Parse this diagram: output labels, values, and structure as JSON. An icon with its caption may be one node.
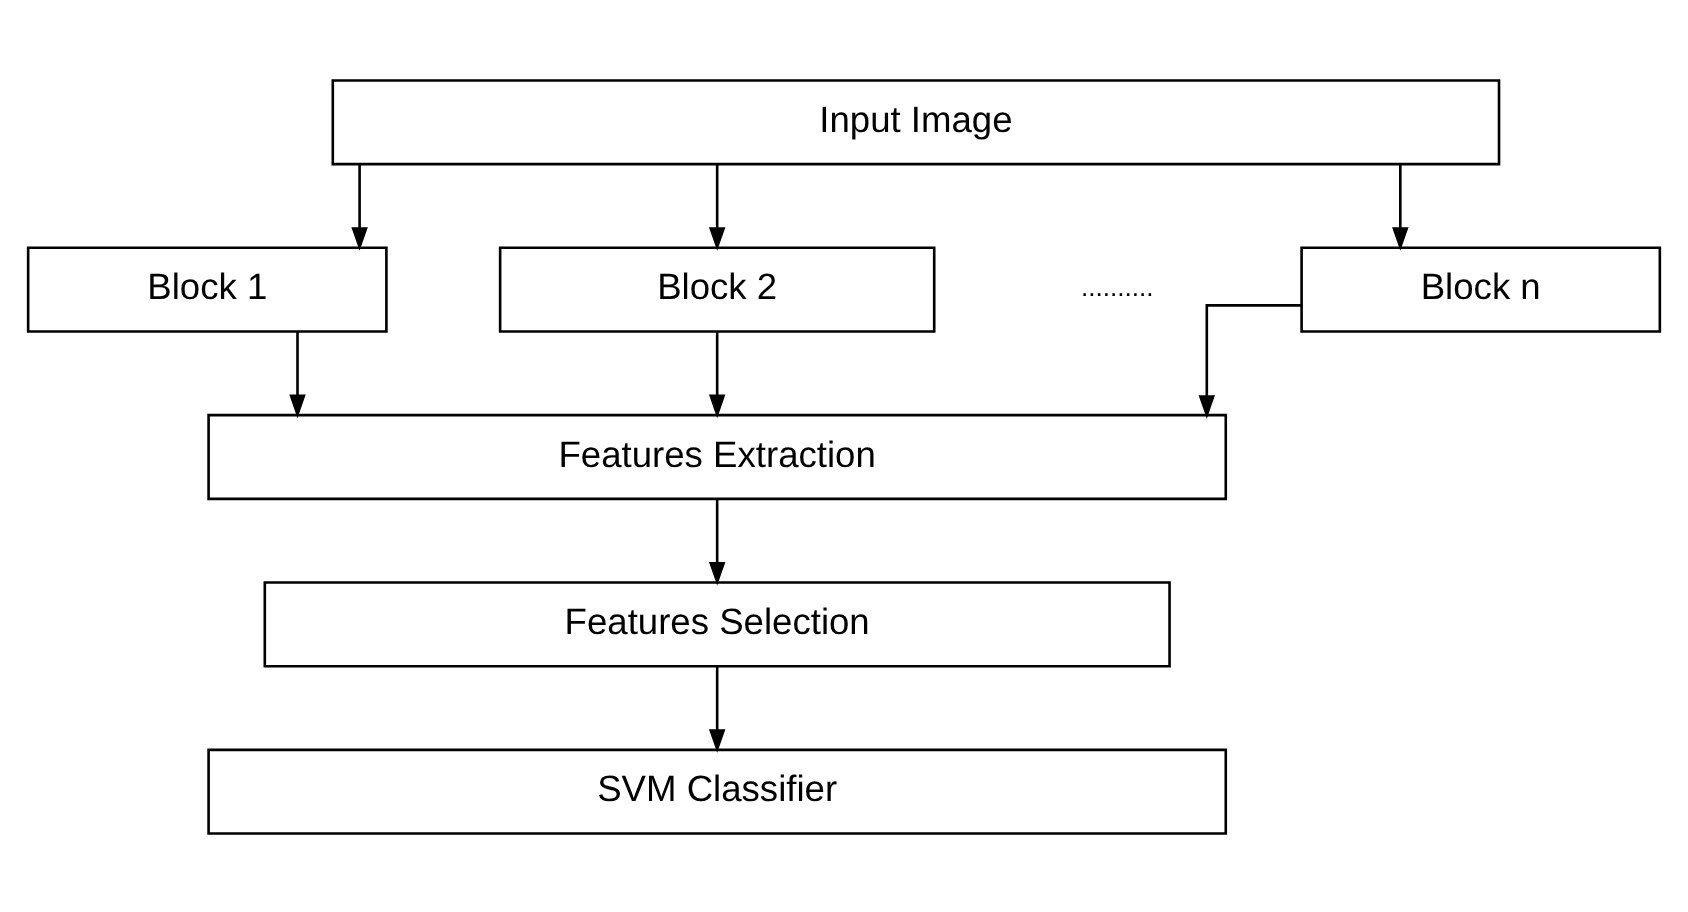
{
  "diagram": {
    "nodes": [
      {
        "text": [
          "Input Image"
        ]
      },
      {
        "text": [
          "Block 1"
        ]
      },
      {
        "text": [
          "Block 2"
        ]
      },
      {
        "text": [
          "Block n"
        ]
      },
      {
        "text": [
          "Features Extraction"
        ]
      },
      {
        "text": [
          "Features Selection"
        ]
      },
      {
        "text": [
          "SVM Classifier"
        ]
      }
    ],
    "edges": [
      {
        "from": 0,
        "to": 1,
        "arrow": "to"
      },
      {
        "from": 0,
        "to": 2,
        "arrow": "to"
      },
      {
        "from": 0,
        "to": 3,
        "arrow": "to"
      },
      {
        "from": 1,
        "to": 4,
        "arrow": "to"
      },
      {
        "from": 2,
        "to": 4,
        "arrow": "to"
      },
      {
        "from": 3,
        "to": 4,
        "arrow": "to"
      },
      {
        "from": 4,
        "to": 5,
        "arrow": "to"
      },
      {
        "from": 5,
        "to": 6,
        "arrow": "to"
      }
    ],
    "labels": [
      ".........."
    ]
  }
}
